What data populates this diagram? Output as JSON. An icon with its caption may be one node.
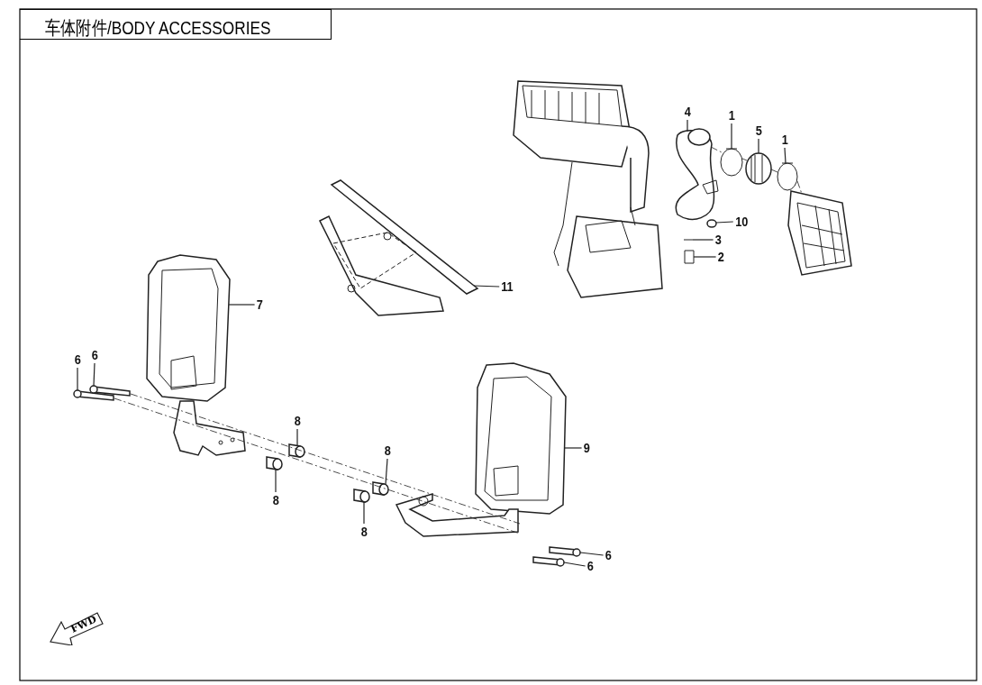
{
  "diagram": {
    "title": "车体附件/BODY ACCESSORIES",
    "nodes": [
      {
        "text": [
          "1"
        ]
      },
      {
        "text": [
          "5"
        ]
      },
      {
        "text": [
          "1"
        ]
      },
      {
        "text": [
          "4"
        ]
      },
      {
        "text": [
          "10"
        ]
      },
      {
        "text": [
          "3"
        ]
      },
      {
        "text": [
          "2"
        ]
      },
      {
        "text": [
          "11"
        ]
      },
      {
        "text": [
          "7"
        ]
      },
      {
        "text": [
          "6"
        ]
      },
      {
        "text": [
          "6"
        ]
      },
      {
        "text": [
          "8"
        ]
      },
      {
        "text": [
          "8"
        ]
      },
      {
        "text": [
          "8"
        ]
      },
      {
        "text": [
          "8"
        ]
      },
      {
        "text": [
          "9"
        ]
      },
      {
        "text": [
          "6"
        ]
      },
      {
        "text": [
          "6"
        ]
      },
      {
        "text": [],
        "shape": "picture"
      },
      {
        "text": [],
        "shape": "picture"
      },
      {
        "text": [],
        "shape": "picture"
      },
      {
        "text": [],
        "shape": "picture"
      },
      {
        "text": [],
        "shape": "circle"
      },
      {
        "text": [],
        "shape": "picture"
      },
      {
        "text": [],
        "shape": "picture"
      },
      {
        "text": [],
        "shape": "picture"
      },
      {
        "text": [],
        "shape": "picture"
      },
      {
        "text": [],
        "shape": "bar"
      },
      {
        "text": [],
        "shape": "bar"
      },
      {
        "text": [],
        "shape": "cylinder"
      },
      {
        "text": [],
        "shape": "cylinder"
      },
      {
        "text": [],
        "shape": "cylinder"
      },
      {
        "text": [],
        "shape": "cylinder"
      },
      {
        "text": [],
        "shape": "picture"
      },
      {
        "text": [],
        "shape": "bar"
      },
      {
        "text": [],
        "shape": "bar"
      },
      {
        "text": [],
        "shape": "picture"
      }
    ],
    "edges": [
      {
        "from": 0,
        "to": 18,
        "arrow": "none"
      },
      {
        "from": 1,
        "to": 19,
        "arrow": "none"
      },
      {
        "from": 2,
        "to": 20,
        "arrow": "none"
      },
      {
        "from": 3,
        "to": 21,
        "arrow": "none"
      },
      {
        "from": 4,
        "to": 22,
        "arrow": "none"
      },
      {
        "from": 5,
        "to": 23,
        "arrow": "none"
      },
      {
        "from": 6,
        "to": 24,
        "arrow": "none"
      },
      {
        "from": 7,
        "to": 25,
        "arrow": "none"
      },
      {
        "from": 8,
        "to": 26,
        "arrow": "none"
      },
      {
        "from": 9,
        "to": 27,
        "arrow": "none"
      },
      {
        "from": 10,
        "to": 28,
        "arrow": "none"
      },
      {
        "from": 11,
        "to": 29,
        "arrow": "none"
      },
      {
        "from": 12,
        "to": 30,
        "arrow": "none"
      },
      {
        "from": 13,
        "to": 31,
        "arrow": "none"
      },
      {
        "from": 14,
        "to": 32,
        "arrow": "none"
      },
      {
        "from": 15,
        "to": 33,
        "arrow": "none"
      },
      {
        "from": 16,
        "to": 34,
        "arrow": "none"
      },
      {
        "from": 17,
        "to": 35,
        "arrow": "none"
      },
      {
        "from": 27,
        "to": 33,
        "arrow": "none",
        "style": "dashed"
      },
      {
        "from": 28,
        "to": 33,
        "arrow": "none",
        "style": "dashed"
      },
      {
        "from": 21,
        "to": 18,
        "arrow": "none",
        "style": "dashed"
      },
      {
        "from": 18,
        "to": 19,
        "arrow": "none",
        "style": "dashed"
      },
      {
        "from": 19,
        "to": 20,
        "arrow": "none",
        "style": "dashed"
      },
      {
        "from": 20,
        "to": 36,
        "arrow": "none",
        "style": "dashed"
      }
    ],
    "labels": [
      "FWD"
    ]
  }
}
